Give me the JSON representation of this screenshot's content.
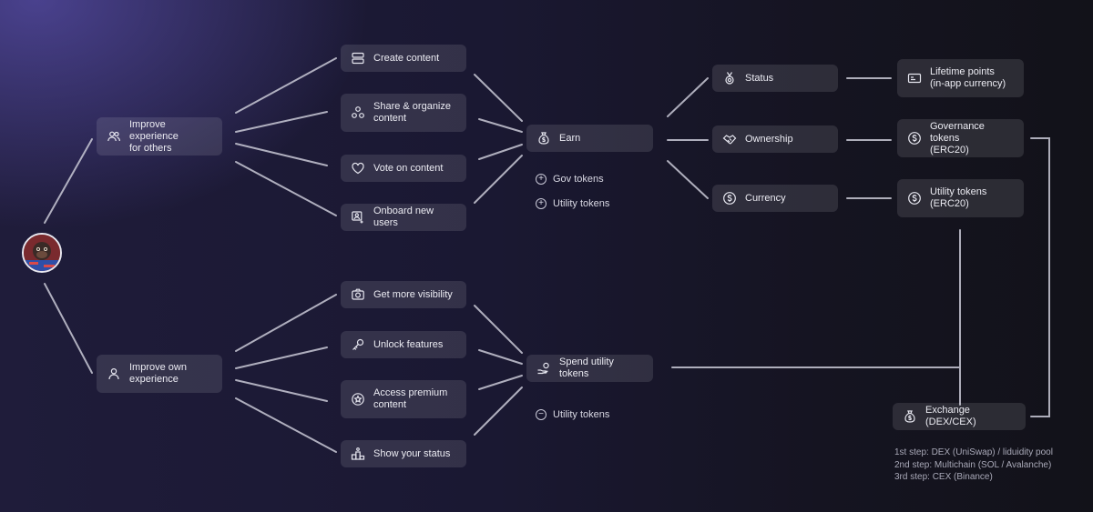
{
  "nodes": {
    "improve_others": "Improve experience\nfor others",
    "improve_own": "Improve own\nexperience",
    "create_content": "Create content",
    "share_organize": "Share & organize\ncontent",
    "vote": "Vote on content",
    "onboard": "Onboard new users",
    "visibility": "Get more visibility",
    "unlock": "Unlock features",
    "premium": "Access premium\ncontent",
    "show_status": "Show your status",
    "earn": "Earn",
    "spend": "Spend utility tokens",
    "status": "Status",
    "ownership": "Ownership",
    "currency": "Currency",
    "lifetime_points": "Lifetime points\n(in-app currency)",
    "gov_tokens": "Governance tokens\n(ERC20)",
    "utility_tokens": "Utility tokens\n(ERC20)",
    "exchange": "Exchange (DEX/CEX)"
  },
  "earn_tags": {
    "gov": "Gov tokens",
    "utility": "Utility tokens"
  },
  "spend_tags": {
    "utility": "Utility tokens"
  },
  "exchange_notes": {
    "step1": "1st step: DEX (UniSwap) / liduidity pool",
    "step2": "2nd step: Multichain (SOL / Avalanche)",
    "step3": "3rd step: CEX (Binance)"
  },
  "icons": {
    "improve_others": "users-icon",
    "improve_own": "user-icon",
    "create_content": "stack-icon",
    "share_organize": "share-nodes-icon",
    "vote": "heart-icon",
    "onboard": "add-user-card-icon",
    "visibility": "camera-icon",
    "unlock": "key-icon",
    "premium": "star-badge-icon",
    "show_status": "podium-icon",
    "earn": "money-bag-icon",
    "spend": "hand-coins-icon",
    "status": "medal-icon",
    "ownership": "handshake-icon",
    "currency": "dollar-coin-icon",
    "lifetime_points": "card-icon",
    "gov_tokens": "dollar-coin-icon",
    "utility_tokens": "dollar-coin-icon",
    "exchange": "money-bag-icon"
  },
  "colors": {
    "line": "#c9c9d6",
    "node_bg": "rgba(255,255,255,0.11)",
    "text": "#ececf3"
  }
}
